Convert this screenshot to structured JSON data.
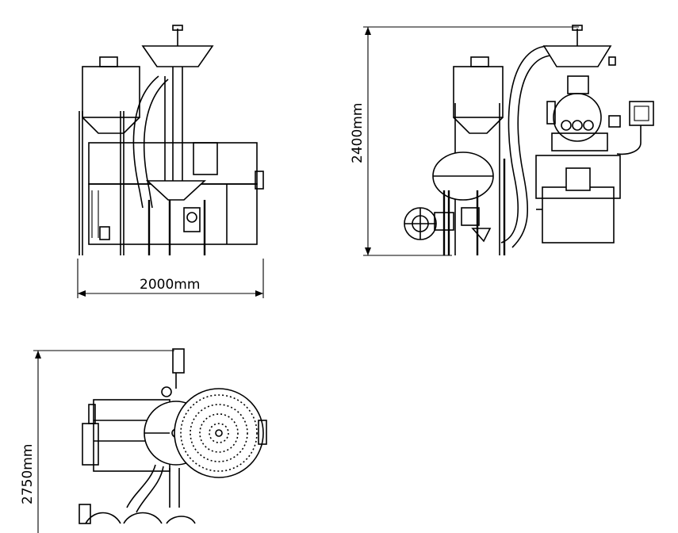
{
  "dimensions": {
    "width_label": "2000mm",
    "height_label": "2400mm",
    "depth_label": "2750mm"
  },
  "views": {
    "front": "front-elevation",
    "side": "side-elevation",
    "top": "top-plan"
  },
  "colors": {
    "line": "#000000",
    "background": "#ffffff"
  }
}
